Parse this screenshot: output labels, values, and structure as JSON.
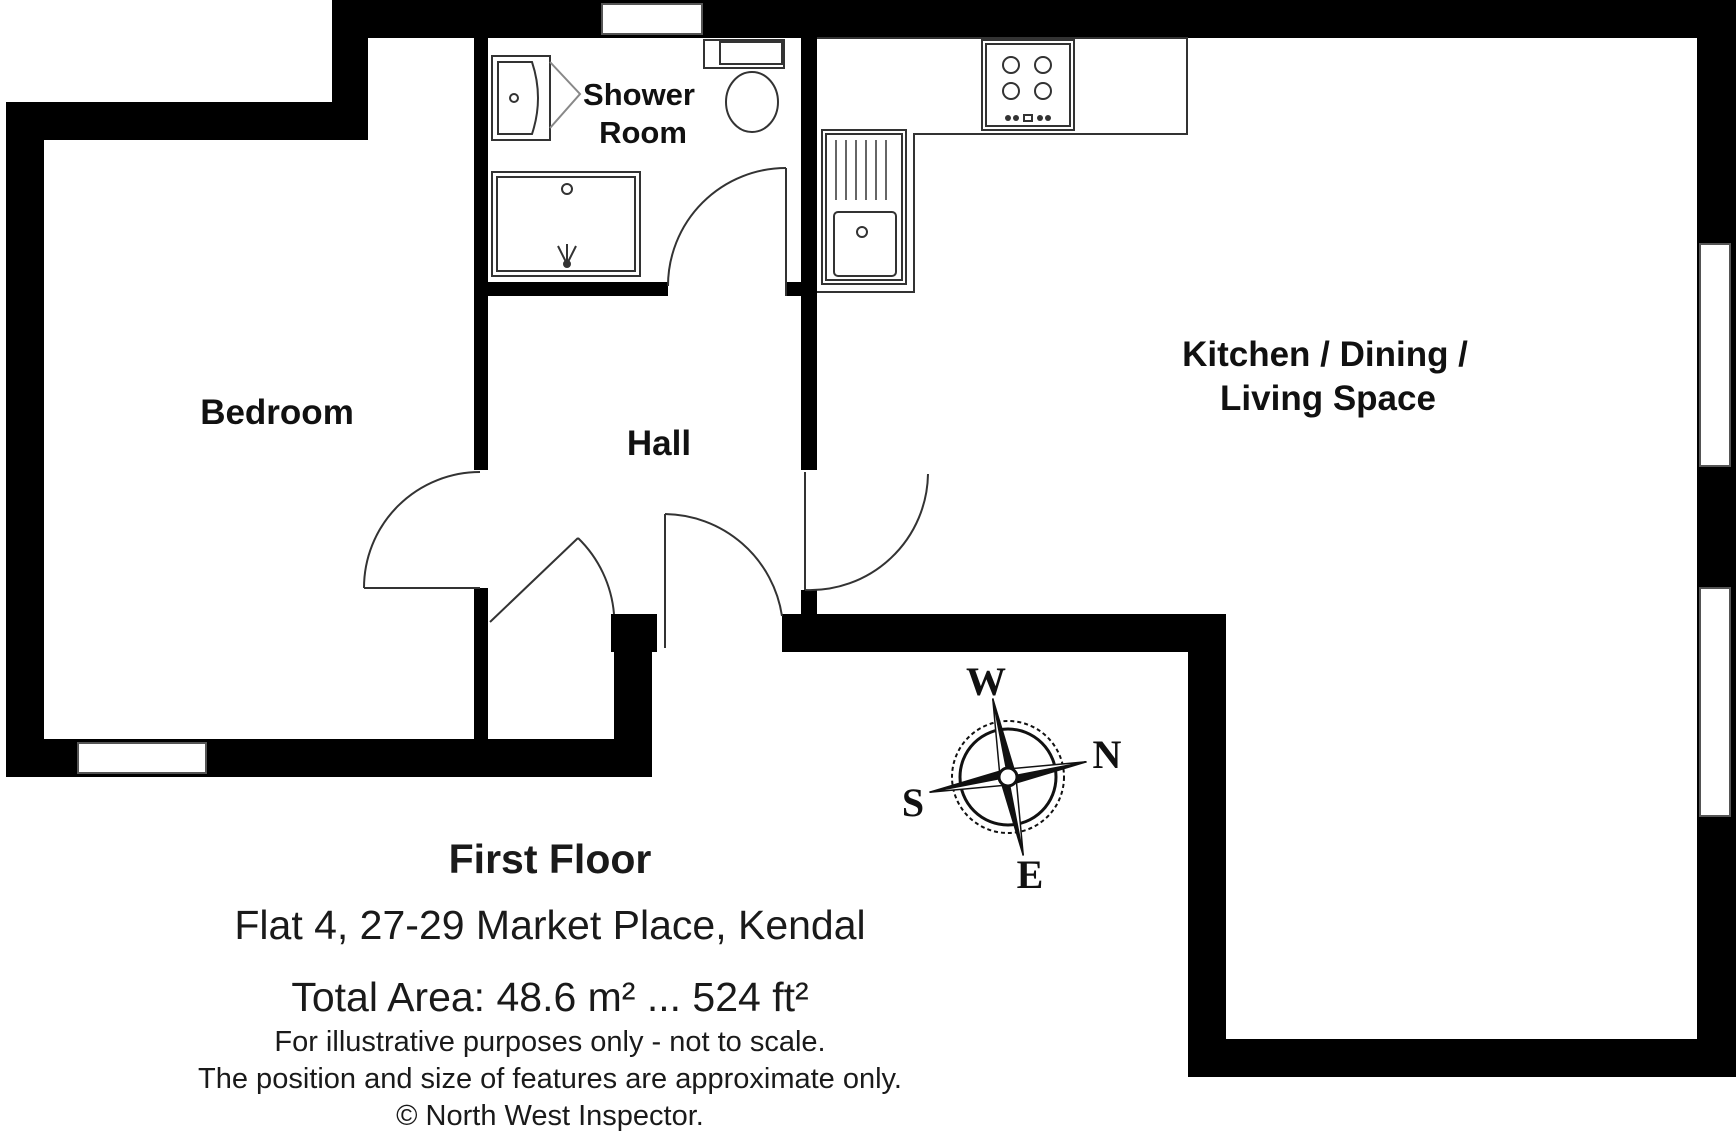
{
  "rooms": {
    "bedroom": "Bedroom",
    "shower_line1": "Shower",
    "shower_line2": "Room",
    "hall": "Hall",
    "kitchen_line1": "Kitchen / Dining /",
    "kitchen_line2": "Living Space"
  },
  "compass": {
    "north": "N",
    "south": "S",
    "east": "E",
    "west": "W"
  },
  "caption": {
    "title": "First Floor",
    "address": "Flat 4, 27-29 Market Place, Kendal",
    "area": "Total Area: 48.6 m² ... 524 ft²",
    "disclaimer_1": "For illustrative purposes only - not to scale.",
    "disclaimer_2": "The position and size of features are approximate only.",
    "copyright": "© North West Inspector."
  },
  "colors": {
    "wall": "#000000",
    "background": "#ffffff"
  }
}
